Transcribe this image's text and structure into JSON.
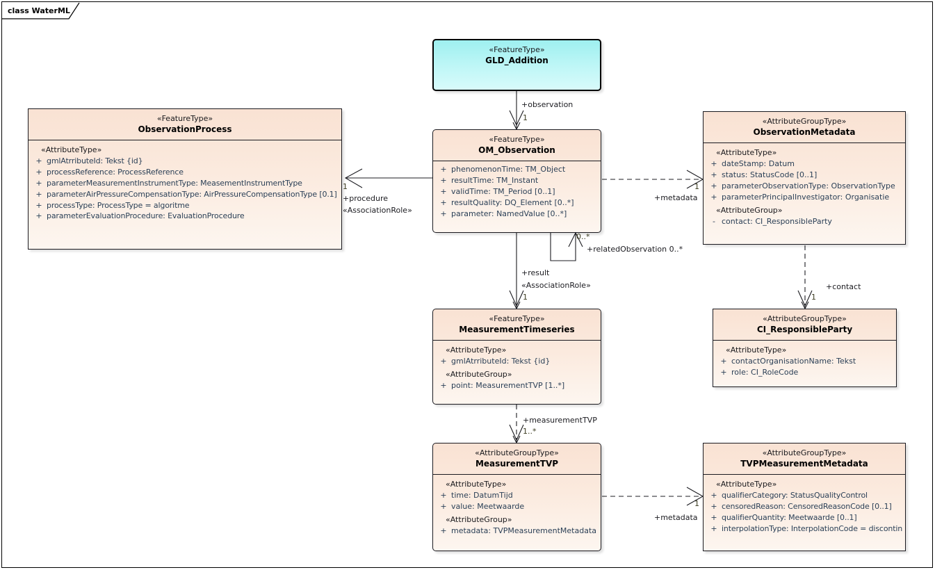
{
  "diagram": {
    "frame_label": "class WaterML",
    "type": "uml-class-diagram"
  },
  "classes": [
    {
      "id": "gld_addition",
      "stereotype": "«FeatureType»",
      "name": "GLD_Addition",
      "sections": []
    },
    {
      "id": "observation_process",
      "stereotype": "«FeatureType»",
      "name": "ObservationProcess",
      "sections": [
        {
          "group": "«AttributeType»",
          "attributes": [
            {
              "visibility": "+",
              "text": "gmlAtrributeId: Tekst {id}"
            },
            {
              "visibility": "+",
              "text": "processReference: ProcessReference"
            },
            {
              "visibility": "+",
              "text": "parameterMeasurementInstrumentType: MeasementInstrumentType"
            },
            {
              "visibility": "+",
              "text": "parameterAirPressureCompensationType: AirPressureCompensationType [0.1]"
            },
            {
              "visibility": "+",
              "text": "processType: ProcessType = algoritme"
            },
            {
              "visibility": "+",
              "text": "parameterEvaluationProcedure: EvaluationProcedure"
            }
          ]
        }
      ]
    },
    {
      "id": "om_observation",
      "stereotype": "«FeatureType»",
      "name": "OM_Observation",
      "sections": [
        {
          "group": "",
          "attributes": [
            {
              "visibility": "+",
              "text": "phenomenonTime: TM_Object"
            },
            {
              "visibility": "+",
              "text": "resultTime: TM_Instant"
            },
            {
              "visibility": "+",
              "text": "validTime: TM_Period [0..1]"
            },
            {
              "visibility": "+",
              "text": "resultQuality: DQ_Element [0..*]"
            },
            {
              "visibility": "+",
              "text": "parameter: NamedValue [0..*]"
            }
          ]
        }
      ]
    },
    {
      "id": "observation_metadata",
      "stereotype": "«AttributeGroupType»",
      "name": "ObservationMetadata",
      "sections": [
        {
          "group": "«AttributeType»",
          "attributes": [
            {
              "visibility": "+",
              "text": "dateStamp: Datum"
            },
            {
              "visibility": "+",
              "text": "status: StatusCode [0..1]"
            },
            {
              "visibility": "+",
              "text": "parameterObservationType: ObservationType"
            },
            {
              "visibility": "+",
              "text": "parameterPrincipalInvestigator: Organisatie"
            }
          ]
        },
        {
          "group": "«AttributeGroup»",
          "attributes": [
            {
              "visibility": "-",
              "text": "contact: CI_ResponsibleParty"
            }
          ]
        }
      ]
    },
    {
      "id": "measurement_timeseries",
      "stereotype": "«FeatureType»",
      "name": "MeasurementTimeseries",
      "sections": [
        {
          "group": "«AttributeType»",
          "attributes": [
            {
              "visibility": "+",
              "text": "gmlAtrributeId: Tekst {id}"
            }
          ]
        },
        {
          "group": "«AttributeGroup»",
          "attributes": [
            {
              "visibility": "+",
              "text": "point: MeasurementTVP [1..*]"
            }
          ]
        }
      ]
    },
    {
      "id": "ci_responsibleparty",
      "stereotype": "«AttributeGroupType»",
      "name": "CI_ResponsibleParty",
      "sections": [
        {
          "group": "«AttributeType»",
          "attributes": [
            {
              "visibility": "+",
              "text": "contactOrganisationName: Tekst"
            },
            {
              "visibility": "+",
              "text": "role: CI_RoleCode"
            }
          ]
        }
      ]
    },
    {
      "id": "measurement_tvp",
      "stereotype": "«AttributeGroupType»",
      "name": "MeasurementTVP",
      "sections": [
        {
          "group": "«AttributeType»",
          "attributes": [
            {
              "visibility": "+",
              "text": "time: DatumTijd"
            },
            {
              "visibility": "+",
              "text": "value: Meetwaarde"
            }
          ]
        },
        {
          "group": "«AttributeGroup»",
          "attributes": [
            {
              "visibility": "+",
              "text": "metadata: TVPMeasurementMetadata"
            }
          ]
        }
      ]
    },
    {
      "id": "tvp_measurement_metadata",
      "stereotype": "«AttributeGroupType»",
      "name": "TVPMeasurementMetadata",
      "sections": [
        {
          "group": "«AttributeType»",
          "attributes": [
            {
              "visibility": "+",
              "text": "qualifierCategory: StatusQualityControl"
            },
            {
              "visibility": "+",
              "text": "censoredReason: CensoredReasonCode [0..1]"
            },
            {
              "visibility": "+",
              "text": "qualifierQuantity: Meetwaarde [0..1]"
            },
            {
              "visibility": "+",
              "text": "interpolationType: InterpolationCode = discontinu"
            }
          ]
        }
      ]
    }
  ],
  "connectors": [
    {
      "id": "observation",
      "from": "gld_addition",
      "to": "om_observation",
      "role": "+observation",
      "multiplicity": "1",
      "stereotype": "",
      "style": "solid"
    },
    {
      "id": "procedure",
      "from": "om_observation",
      "to": "observation_process",
      "role": "+procedure",
      "multiplicity": "1",
      "stereotype": "«AssociationRole»",
      "style": "solid"
    },
    {
      "id": "metadata_observation",
      "from": "om_observation",
      "to": "observation_metadata",
      "role": "+metadata",
      "multiplicity": "1",
      "stereotype": "",
      "style": "dashed"
    },
    {
      "id": "relatedobservation",
      "from": "om_observation",
      "to": "om_observation",
      "role": "+relatedObservation 0..*",
      "multiplicity": "0..*",
      "stereotype": "",
      "style": "solid"
    },
    {
      "id": "result",
      "from": "om_observation",
      "to": "measurement_timeseries",
      "role": "+result",
      "multiplicity": "1",
      "stereotype": "«AssociationRole»",
      "style": "solid"
    },
    {
      "id": "contact",
      "from": "observation_metadata",
      "to": "ci_responsibleparty",
      "role": "+contact",
      "multiplicity": "1",
      "stereotype": "",
      "style": "dashed"
    },
    {
      "id": "measurementtvp",
      "from": "measurement_timeseries",
      "to": "measurement_tvp",
      "role": "+measurementTVP",
      "multiplicity": "1..*",
      "stereotype": "",
      "style": "dashed"
    },
    {
      "id": "metadata_tvp",
      "from": "measurement_tvp",
      "to": "tvp_measurement_metadata",
      "role": "+metadata",
      "multiplicity": "1",
      "stereotype": "",
      "style": "dashed"
    }
  ],
  "colors": {
    "class_fill": "#fae5d8",
    "highlight_fill": "#aaf0f0",
    "border": "#19191f",
    "attribute_text": "#2b4057",
    "line": "#1b1b20"
  }
}
